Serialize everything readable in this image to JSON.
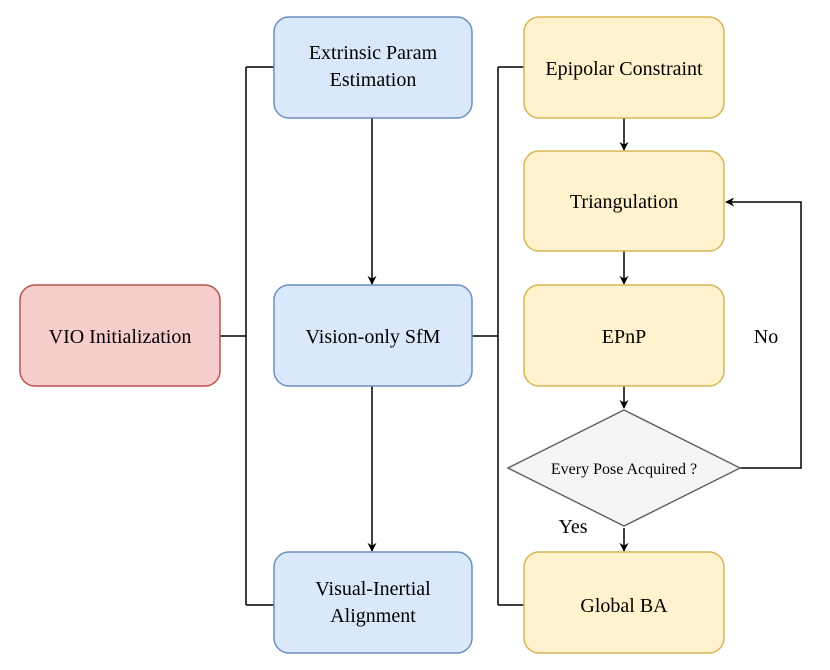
{
  "nodes": {
    "vio_init": {
      "label": "VIO Initialization",
      "fill": "#f8cecc",
      "stroke": "#b85450"
    },
    "extrinsic": {
      "line1": "Extrinsic Param",
      "line2": "Estimation",
      "fill": "#dae8fc",
      "stroke": "#6c8ebf"
    },
    "sfm": {
      "label": "Vision-only SfM",
      "fill": "#dae8fc",
      "stroke": "#6c8ebf"
    },
    "alignment": {
      "line1": "Visual-Inertial",
      "line2": "Alignment",
      "fill": "#dae8fc",
      "stroke": "#6c8ebf"
    },
    "epipolar": {
      "label": "Epipolar Constraint",
      "fill": "#fff2cc",
      "stroke": "#d6b656"
    },
    "triangulation": {
      "label": "Triangulation",
      "fill": "#fff2cc",
      "stroke": "#d6b656"
    },
    "epnp": {
      "label": "EPnP",
      "fill": "#fff2cc",
      "stroke": "#d6b656"
    },
    "decision": {
      "label": "Every Pose Acquired ?",
      "fill": "#f5f5f5",
      "stroke": "#666666"
    },
    "global_ba": {
      "label": "Global BA",
      "fill": "#fff2cc",
      "stroke": "#d6b656"
    }
  },
  "edge_labels": {
    "no": "No",
    "yes": "Yes"
  }
}
